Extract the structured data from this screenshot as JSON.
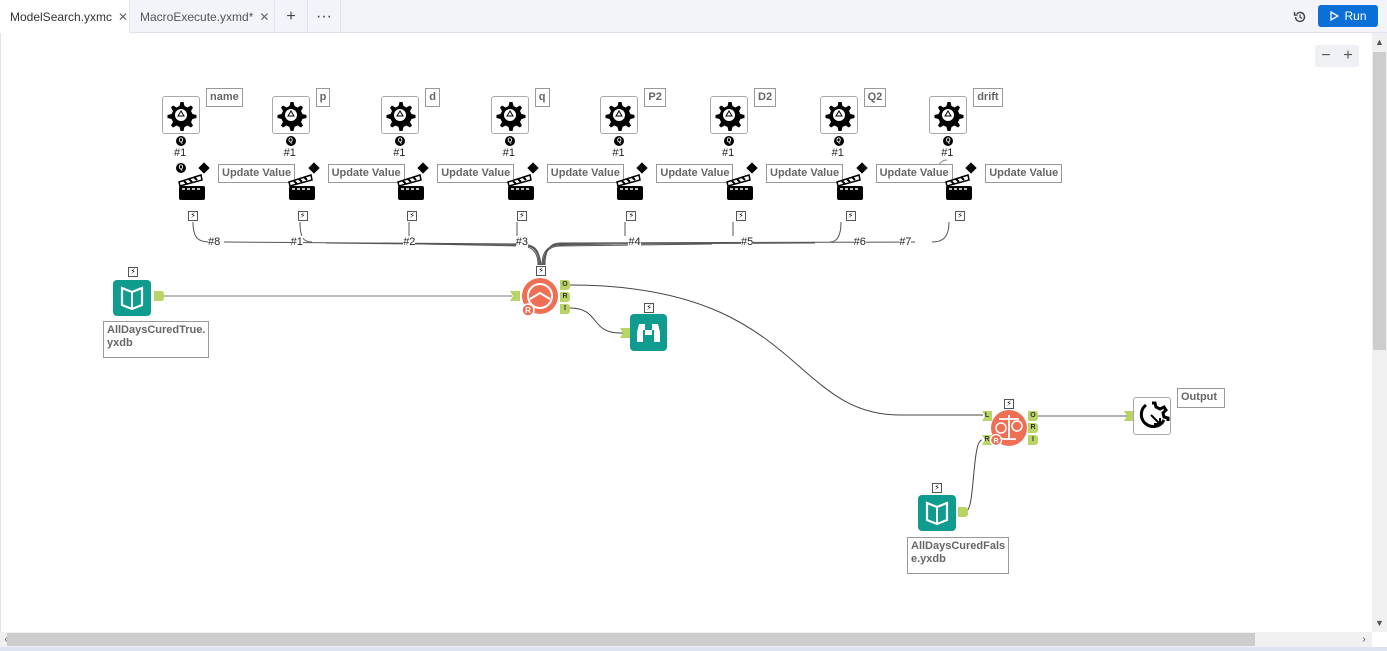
{
  "tabs": [
    {
      "label": "ModelSearch.yxmc",
      "active": true
    },
    {
      "label": "MacroExecute.yxmd*",
      "active": false
    }
  ],
  "tab_actions": {
    "new_tab": "+",
    "more": "···"
  },
  "toolbar": {
    "history_icon": "history-icon",
    "run_label": "Run"
  },
  "zoom": {
    "out": "−",
    "in": "+"
  },
  "control_parameters": [
    {
      "label": "name",
      "conn": "#1",
      "action_label": "Update Value",
      "wire": "#8"
    },
    {
      "label": "p",
      "conn": "#1",
      "action_label": "Update Value",
      "wire": "#1"
    },
    {
      "label": "d",
      "conn": "#1",
      "action_label": "Update Value",
      "wire": "#2"
    },
    {
      "label": "q",
      "conn": "#1",
      "action_label": "Update Value",
      "wire": "#3"
    },
    {
      "label": "P2",
      "conn": "#1",
      "action_label": "Update Value",
      "wire": "#4"
    },
    {
      "label": "D2",
      "conn": "#1",
      "action_label": "Update Value",
      "wire": "#5"
    },
    {
      "label": "Q2",
      "conn": "#1",
      "action_label": "Update Value",
      "wire": "#6"
    },
    {
      "label": "drift",
      "conn": "#1",
      "action_label": "Update Value",
      "wire": "#7"
    }
  ],
  "inputs": {
    "true_file": "AllDaysCuredTrue.yxdb",
    "true_file_lines": [
      "AllDaysCuredTrue.",
      "yxdb"
    ],
    "false_file_lines": [
      "AllDaysCuredFals",
      "e.yxdb"
    ]
  },
  "r_tool_anchors": [
    "O",
    "R",
    "I"
  ],
  "score_tool_anchors_in": [
    "L",
    "R"
  ],
  "score_tool_anchors_out": [
    "O",
    "R",
    "I"
  ],
  "output": {
    "label": "Output"
  },
  "bolt_glyph": "⚡"
}
